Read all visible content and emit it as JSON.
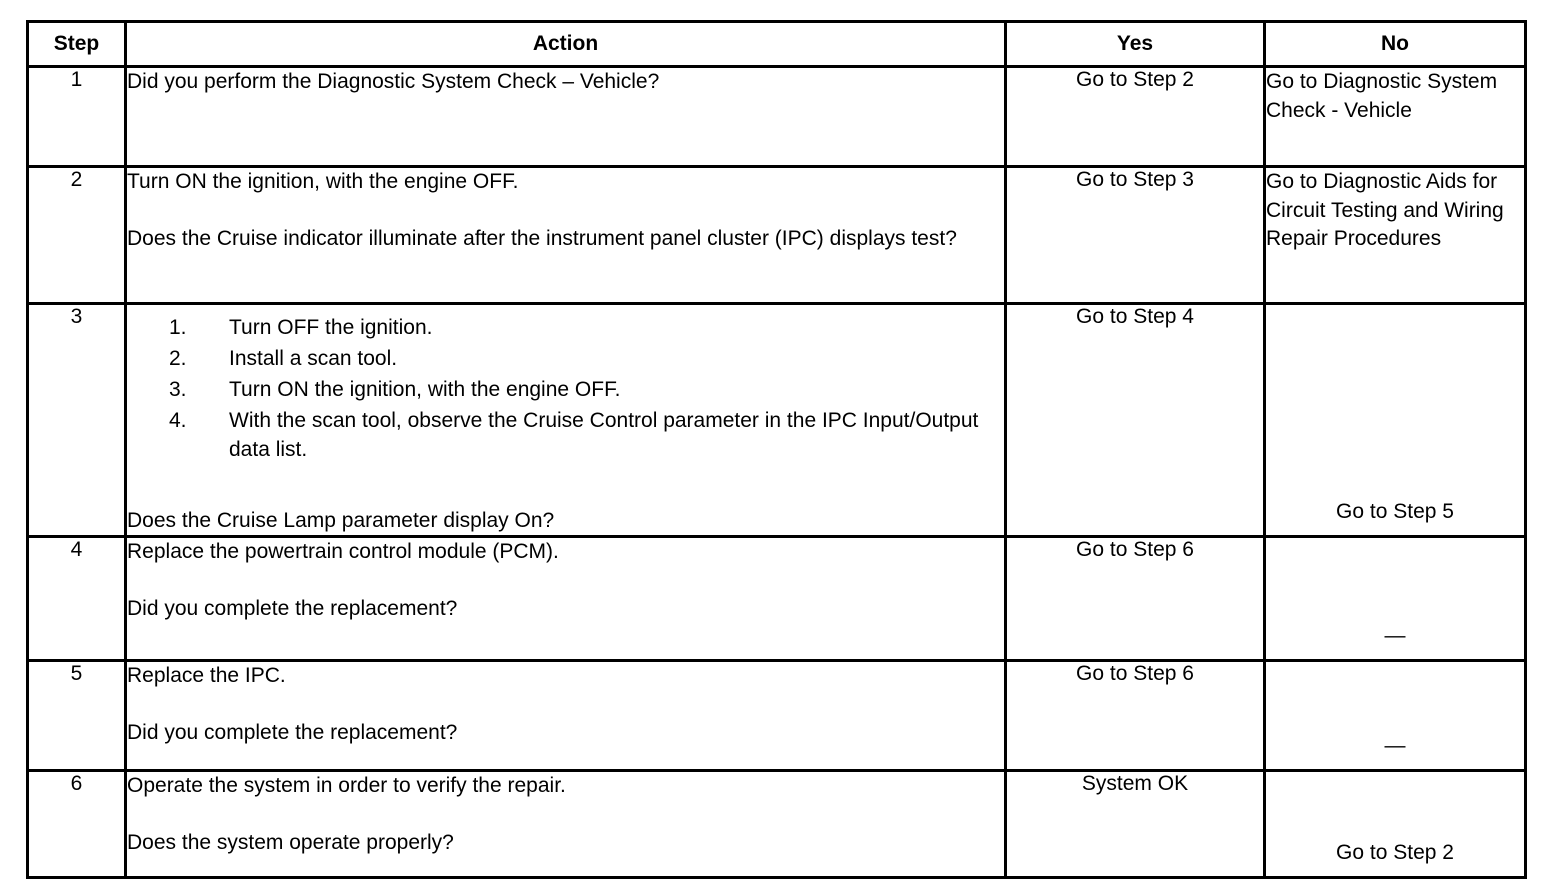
{
  "table": {
    "headers": {
      "step": "Step",
      "action": "Action",
      "yes": "Yes",
      "no": "No"
    },
    "rows": [
      {
        "step": "1",
        "action_lead": "Did you perform the Diagnostic System Check – Vehicle?",
        "action_question": "",
        "yes": "Go to Step 2",
        "no": "Go to Diagnostic System Check - Vehicle"
      },
      {
        "step": "2",
        "action_lead": "Turn ON the ignition, with the engine OFF.",
        "action_question": "Does the Cruise indicator illuminate after the instrument panel cluster (IPC) displays test?",
        "yes": "Go to Step 3",
        "no": "Go to Diagnostic Aids for Circuit Testing and Wiring Repair Procedures"
      },
      {
        "step": "3",
        "action_steps": [
          {
            "num": "1.",
            "text": "Turn OFF the ignition."
          },
          {
            "num": "2.",
            "text": "Install a scan tool."
          },
          {
            "num": "3.",
            "text": "Turn ON the ignition, with the engine OFF."
          },
          {
            "num": "4.",
            "text": "With the scan tool, observe the Cruise Control parameter in the IPC Input/Output data list."
          }
        ],
        "action_question": "Does the Cruise Lamp parameter display On?",
        "yes": "Go to Step 4",
        "no": "Go to Step 5"
      },
      {
        "step": "4",
        "action_lead": "Replace the powertrain control module (PCM).",
        "action_question": "Did you complete the replacement?",
        "yes": "Go to Step 6",
        "no": "—"
      },
      {
        "step": "5",
        "action_lead": "Replace the IPC.",
        "action_question": "Did you complete the replacement?",
        "yes": "Go to Step 6",
        "no": "—"
      },
      {
        "step": "6",
        "action_lead": "Operate the system in order to verify the repair.",
        "action_question": "Does the system operate properly?",
        "yes": "System OK",
        "no": "Go to Step 2"
      }
    ]
  }
}
